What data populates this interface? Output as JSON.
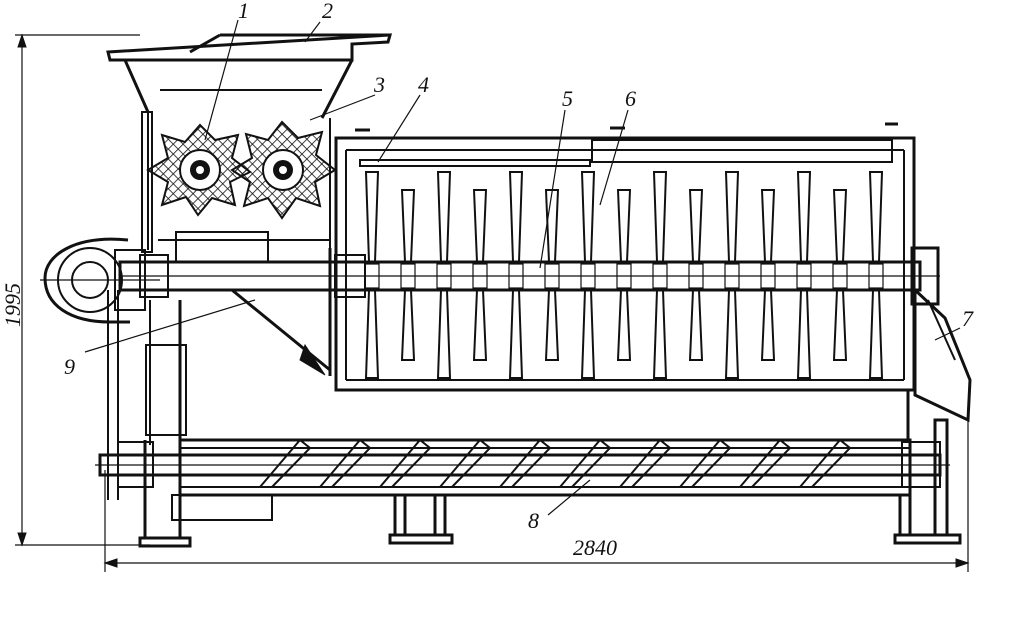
{
  "dimensions": {
    "height_label": "1995",
    "width_label": "2840"
  },
  "callouts": [
    {
      "id": "1",
      "text": "1"
    },
    {
      "id": "2",
      "text": "2"
    },
    {
      "id": "3",
      "text": "3"
    },
    {
      "id": "4",
      "text": "4"
    },
    {
      "id": "5",
      "text": "5"
    },
    {
      "id": "6",
      "text": "6"
    },
    {
      "id": "7",
      "text": "7"
    },
    {
      "id": "8",
      "text": "8"
    },
    {
      "id": "9",
      "text": "9"
    }
  ],
  "colors": {
    "ink": "#111111",
    "paper": "#ffffff"
  }
}
